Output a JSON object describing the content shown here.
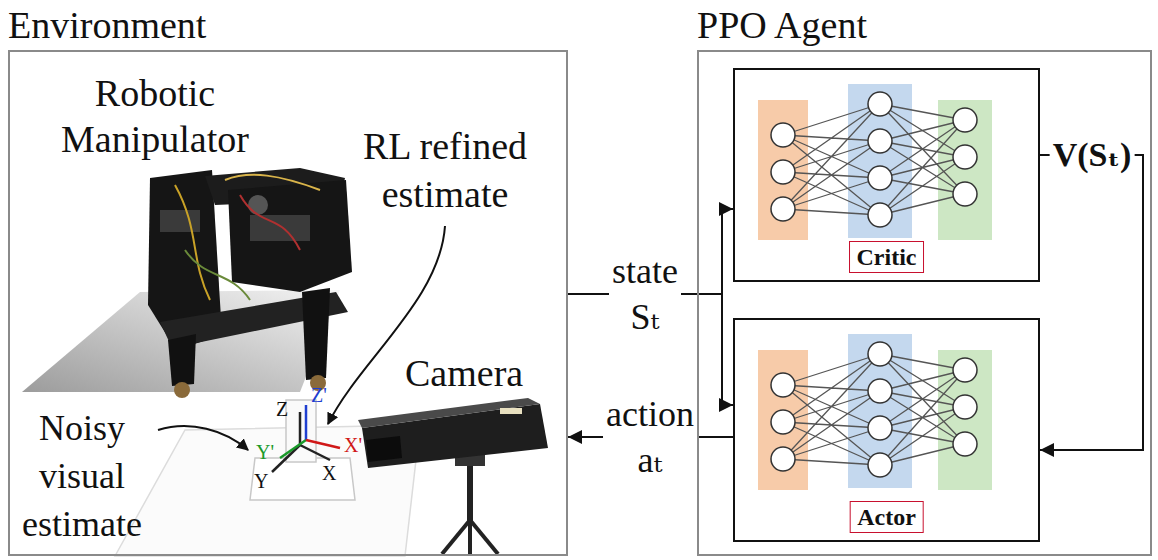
{
  "diagram": {
    "nodes": [
      {
        "text": [
          "Environment"
        ]
      },
      {
        "text": [
          "PPO Agent"
        ]
      },
      {
        "text": [
          "Critic"
        ],
        "in": 1
      },
      {
        "text": [
          "Actor"
        ],
        "in": 1
      }
    ],
    "edges": [
      {
        "from": 0,
        "to": 2,
        "arrow": "to",
        "label": "state Sₜ"
      },
      {
        "from": 0,
        "to": 3,
        "arrow": "to"
      },
      {
        "from": 3,
        "to": 0,
        "arrow": "to",
        "label": "action aₜ"
      },
      {
        "from": 2,
        "to": 3,
        "arrow": "to",
        "label": "V(Sₜ)"
      }
    ],
    "labels": [
      "Robotic Manipulator",
      "RL refined estimate",
      "Camera",
      "Noisy visual estimate",
      "Z",
      "Z'",
      "Y",
      "Y'",
      "X",
      "X'"
    ]
  }
}
